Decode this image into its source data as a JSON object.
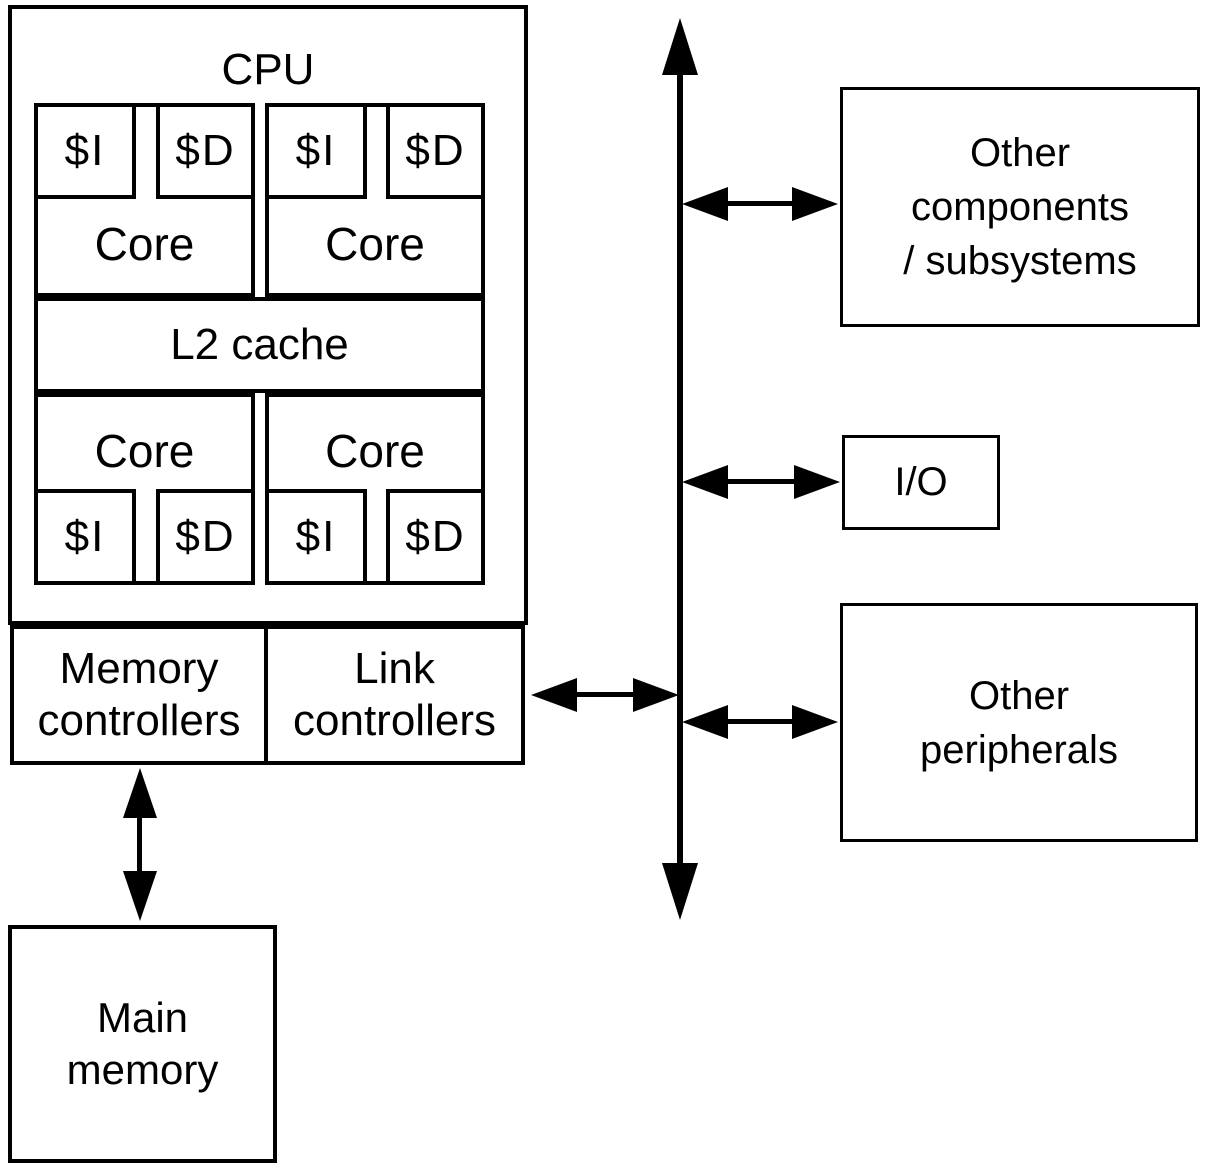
{
  "diagram": {
    "cpu": {
      "title": "CPU",
      "cores": [
        {
          "position": "top-left",
          "icache": "$I",
          "dcache": "$D",
          "label": "Core"
        },
        {
          "position": "top-right",
          "icache": "$I",
          "dcache": "$D",
          "label": "Core"
        },
        {
          "position": "bottom-left",
          "icache": "$I",
          "dcache": "$D",
          "label": "Core"
        },
        {
          "position": "bottom-right",
          "icache": "$I",
          "dcache": "$D",
          "label": "Core"
        }
      ],
      "l2_cache_label": "L2 cache",
      "memory_controllers": {
        "line1": "Memory",
        "line2": "controllers"
      },
      "link_controllers": {
        "line1": "Link",
        "line2": "controllers"
      }
    },
    "main_memory": {
      "line1": "Main",
      "line2": "memory"
    },
    "bus_devices": {
      "other_components": {
        "line1": "Other",
        "line2": "components",
        "line3": "/ subsystems"
      },
      "io": {
        "label": "I/O"
      },
      "other_peripherals": {
        "line1": "Other",
        "line2": "peripherals"
      }
    },
    "colors": {
      "line": "#000000",
      "background": "#ffffff"
    }
  }
}
